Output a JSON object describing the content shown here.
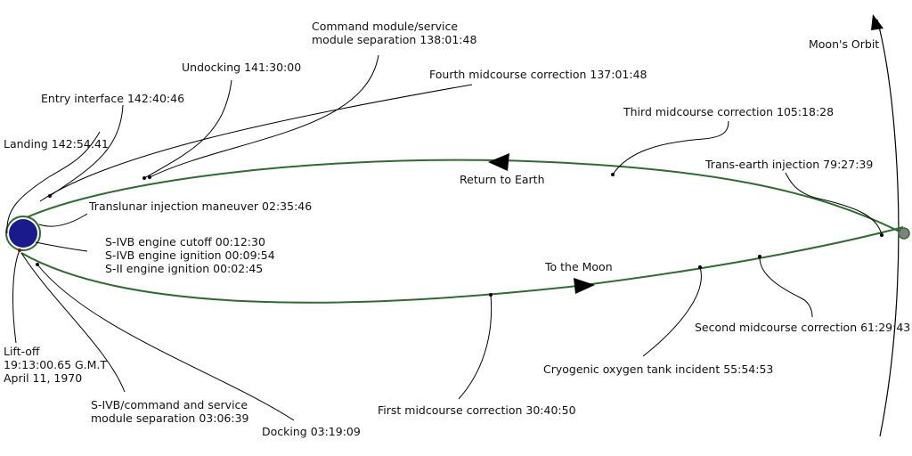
{
  "labels": {
    "command_module_separation": [
      "Command module/service",
      "module separation 138:01:48"
    ],
    "undocking": "Undocking 141:30:00",
    "entry_interface": "Entry interface 142:40:46",
    "fourth_midcourse": "Fourth midcourse correction 137:01:48",
    "third_midcourse": "Third midcourse correction 105:18:28",
    "landing": "Landing 142:54:41",
    "moons_orbit": "Moon's Orbit",
    "trans_earth_injection": "Trans-earth injection 79:27:39",
    "return_to_earth": "Return to Earth",
    "translunar_injection": "Translunar injection maneuver 02:35:46",
    "sivb_cutoff": "S-IVB engine cutoff 00:12:30",
    "sivb_ignition": "S-IVB engine ignition 00:09:54",
    "sii_ignition": "S-II engine ignition 00:02:45",
    "to_the_moon": "To the Moon",
    "second_midcourse": "Second midcourse correction 61:29:43",
    "liftoff": [
      "Lift-off",
      "19:13:00.65 G.M.T",
      "April 11, 1970"
    ],
    "cryogenic_incident": "Cryogenic oxygen tank incident 55:54:53",
    "sivb_csm_separation": [
      "S-IVB/command and service",
      "module separation 03:06:39"
    ],
    "first_midcourse": "First midcourse correction 30:40:50",
    "docking": "Docking 03:19:09"
  },
  "colors": {
    "trajectory": "#2e6b2e",
    "earth": "#1a1a8c",
    "earth_ring": "#2e6b2e",
    "moon": "#808080",
    "text": "#111111"
  }
}
